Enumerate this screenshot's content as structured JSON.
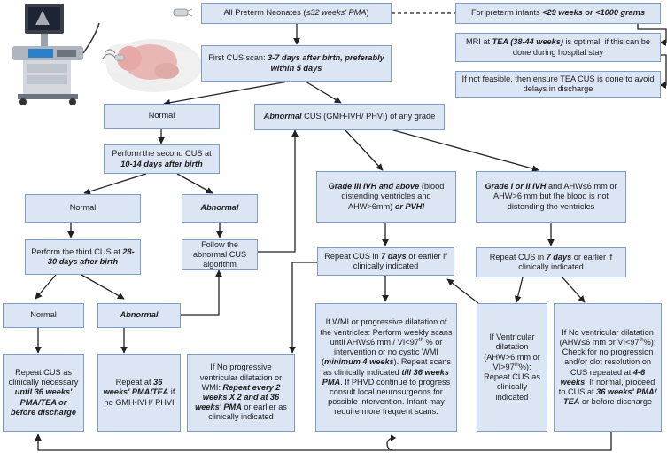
{
  "nodes": {
    "all_preterm": {
      "a": "All Preterm Neonates (",
      "b": "≤32 weeks' PMA",
      "c": ")"
    },
    "preterm_infants": {
      "a": "For preterm infants ",
      "b": "<29 weeks or <1000 grams"
    },
    "mri_tea": {
      "a": "MRI at ",
      "b": "TEA (38-44 weeks)",
      "c": " is optimal, if this can be done during hospital stay"
    },
    "not_feasible": {
      "a": "If not feasible, then ensure TEA CUS is done to avoid delays in discharge"
    },
    "first_cus": {
      "a": "First CUS scan: ",
      "b": "3-7 days after birth, preferably within 5 days"
    },
    "normal_1": {
      "a": "Normal"
    },
    "abnormal_cus": {
      "b": "Abnormal",
      "a": " CUS (GMH-IVH/ PHVI) of any grade"
    },
    "second_cus": {
      "a": "Perform the second CUS at ",
      "b": "10-14 days after birth"
    },
    "normal_2": {
      "a": "Normal"
    },
    "abnormal_2": {
      "b": "Abnormal"
    },
    "grade3": {
      "b": "Grade III IVH and above",
      "a": " (blood distending ventricles and AHW>6mm) ",
      "c": "or PVHI"
    },
    "grade12": {
      "b": "Grade I or II IVH",
      "a": " and AHW≤6 mm or AHW>6 mm but the blood is not distending the ventricles"
    },
    "third_cus": {
      "a": "Perform the third CUS at ",
      "b": "28-30 days after birth"
    },
    "follow_abnormal": {
      "a": "Follow the abnormal CUS algorithm"
    },
    "repeat7_left": {
      "a": "Repeat CUS in ",
      "b": "7 days",
      "c": " or earlier if clinically indicated"
    },
    "repeat7_right": {
      "a": "Repeat CUS in ",
      "b": "7 days",
      "c": " or earlier if clinically indicated"
    },
    "normal_3": {
      "a": "Normal"
    },
    "abnormal_3": {
      "b": "Abnormal"
    },
    "wmi_box": {
      "a": "If WMI or progressive dilatation of the ventricles: Perform weekly scans until AHW≤6 mm / VI<97",
      "sup": "th",
      "c": " % or intervention or no cystic WMI (",
      "d": "minimum 4 weeks",
      "e": "). Repeat scans as clinically indicated ",
      "f": "till 36 weeks PMA",
      "g": ". If PHVD continue to progress consult local neurosurgeons for possible intervention. Infant may require more frequent scans."
    },
    "ventricular_dilatation": {
      "a": "If Ventricular dilatation (AHW>6 mm or VI>97",
      "sup": "th",
      "c": "%): Repeat CUS as clinically indicated"
    },
    "no_ventricular": {
      "a": "If No ventricular dilatation (AHW≤6 mm or VI<97",
      "sup": "th",
      "c": "%): Check for no progression and/or clot resolution on CUS repeated at ",
      "d": "4-6 weeks",
      "e": ". If normal, proceed to CUS at ",
      "f": "36 weeks' PMA/ TEA",
      "g": " or before discharge"
    },
    "no_progressive": {
      "a": "If No progressive ventricular dilatation or WMI: ",
      "b": "Repeat every 2 weeks X 2 and at 36 weeks' PMA",
      "c": " or earlier as clinically indicated"
    },
    "repeat_clinically": {
      "a": "Repeat CUS as clinically necessary ",
      "b": "until 36 weeks' PMA/TEA or before discharge"
    },
    "repeat_36": {
      "a": "Repeat at ",
      "b": "36 weeks' PMA/TEA",
      "c": " if no GMH-IVH/ PHVI"
    }
  },
  "icons": {
    "ultrasound_machine": "ultrasound-machine-icon",
    "neonate": "sleeping-neonate-icon",
    "loop": "repeat-loop-icon"
  },
  "colors": {
    "box_fill": "#dbe5f3",
    "box_border": "#7f9bc8",
    "arrow": "#222222"
  }
}
